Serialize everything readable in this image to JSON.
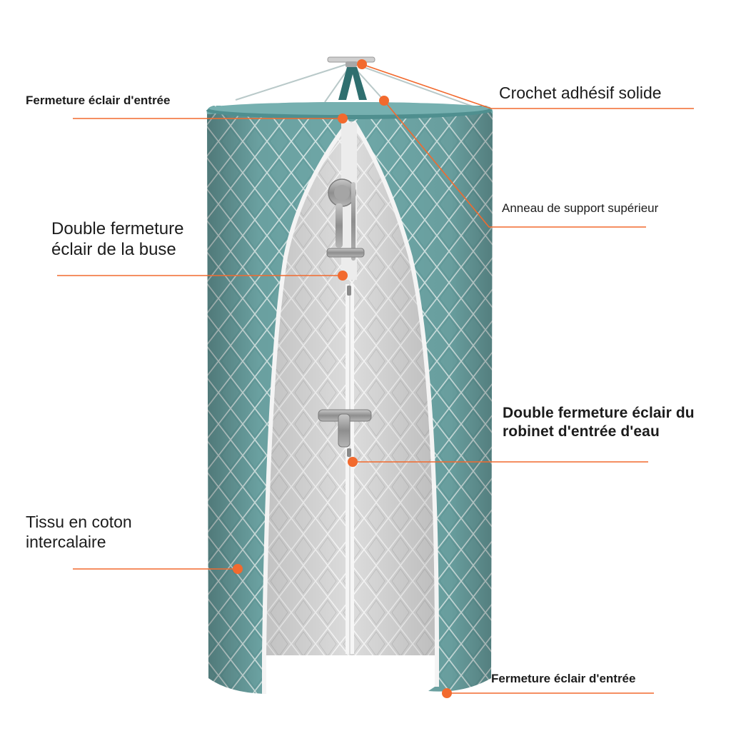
{
  "colors": {
    "fabric_teal": "#6fa8a8",
    "fabric_teal_dark": "#3f7f80",
    "lining_silver": "#dcdcdc",
    "callout_orange": "#f26a2e",
    "fixture_gray": "#9a9a9a"
  },
  "labels": {
    "entry_zipper_top": "Fermeture éclair d'entrée",
    "adhesive_hook": "Crochet adhésif solide",
    "support_ring": "Anneau de support supérieur",
    "nozzle_zipper": [
      "Double fermeture",
      "éclair de la buse"
    ],
    "water_inlet_zipper": [
      "Double fermeture éclair du",
      "robinet d'entrée d'eau"
    ],
    "cotton_fabric": [
      "Tissu en coton",
      "intercalaire"
    ],
    "entry_zipper_bottom": "Fermeture éclair d'entrée"
  },
  "icons": {
    "shower_head": "shower-head-icon",
    "faucet": "faucet-icon",
    "hook": "hook-icon"
  }
}
